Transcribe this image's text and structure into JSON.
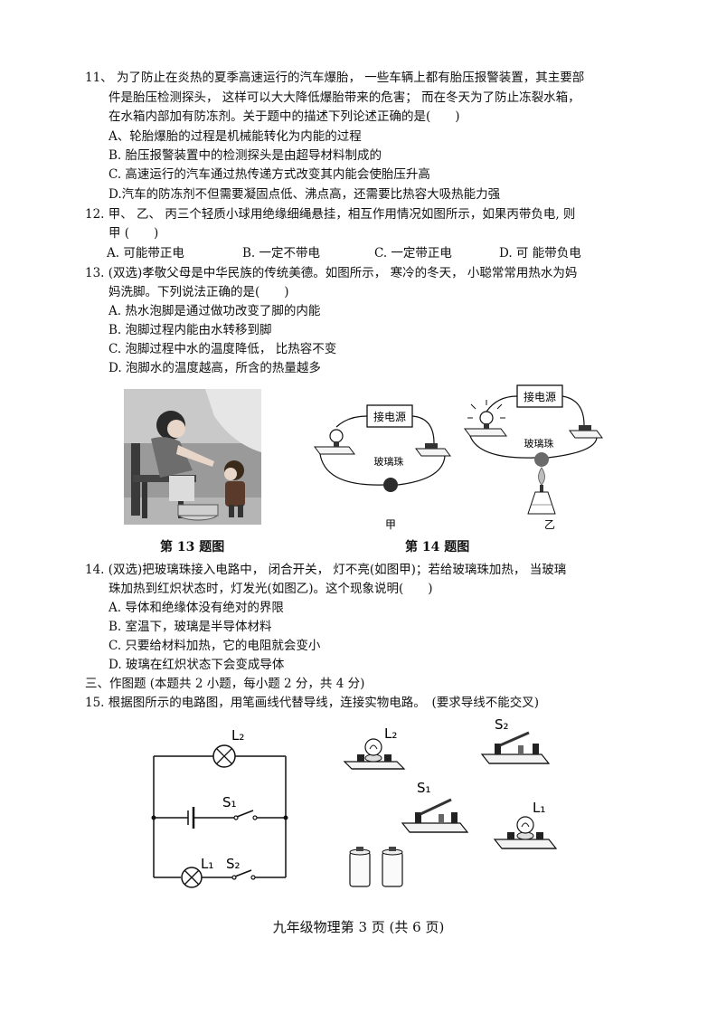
{
  "q11": {
    "line1": "11、 为了防止在炎热的夏季高速运行的汽车爆胎， 一些车辆上都有胎压报警装置，其主要部",
    "line2": "件是胎压检测探头， 这样可以大大降低爆胎带来的危害； 而在冬天为了防止冻裂水箱，",
    "line3": "在水箱内部加有防冻剂。关于题中的描述下列论述正确的是(　　)",
    "A": "A、轮胎爆胎的过程是机械能转化为内能的过程",
    "B": "B. 胎压报警装置中的检测探头是由超导材料制成的",
    "C": "C. 高速运行的汽车通过热传递方式改变其内能会使胎压升高",
    "D": "D.汽车的防冻剂不但需要凝固点低、沸点高，还需要比热容大吸热能力强"
  },
  "q12": {
    "line1": "12. 甲、 乙、 丙三个轻质小球用绝缘细绳悬挂，相互作用情况如图所示，如果丙带负电, 则",
    "line2": "甲 (　　)",
    "A": "A. 可能带正电",
    "B": "B. 一定不带电",
    "C": "C. 一定带正电",
    "D": "D. 可 能带负电"
  },
  "q13": {
    "line1": "13. (双选)孝敬父母是中华民族的传统美德。如图所示， 寒冷的冬天， 小聪常常用热水为妈",
    "line2": "妈洗脚。下列说法正确的是(　　)",
    "A": "A. 热水泡脚是通过做功改变了脚的内能",
    "B": "B. 泡脚过程内能由水转移到脚",
    "C": "C. 泡脚过程中水的温度降低， 比热容不变",
    "D": "D. 泡脚水的温度越高，所含的热量越多"
  },
  "fig13": {
    "caption": "第 13 题图"
  },
  "fig14": {
    "caption": "第 14 题图",
    "power_label": "接电源",
    "bead_label": "玻璃珠",
    "label_jia": "甲",
    "label_yi": "乙"
  },
  "q14": {
    "line1": "14. (双选)把玻璃珠接入电路中， 闭合开关， 灯不亮(如图甲)；若给玻璃珠加热， 当玻璃",
    "line2": "珠加热到红炽状态时，灯发光(如图乙)。这个现象说明(　　)",
    "A": "A. 导体和绝缘体没有绝对的界限",
    "B": "B. 室温下，玻璃是半导体材料",
    "C": "C. 只要给材料加热，它的电阻就会变小",
    "D": "D. 玻璃在红炽状态下会变成导体"
  },
  "section3": {
    "title": "三、作图题 (本题共 2 小题，每小题 2 分，共 4 分)"
  },
  "q15": {
    "line1": "15. 根据图所示的电路图，用笔画线代替导线，连接实物电路。　(要求导线不能交叉)",
    "labels": {
      "L2": "L₂",
      "S1": "S₁",
      "L1": "L₁",
      "S2": "S₂"
    }
  },
  "footer": {
    "text": "九年级物理第 3 页 (共 6 页)"
  }
}
